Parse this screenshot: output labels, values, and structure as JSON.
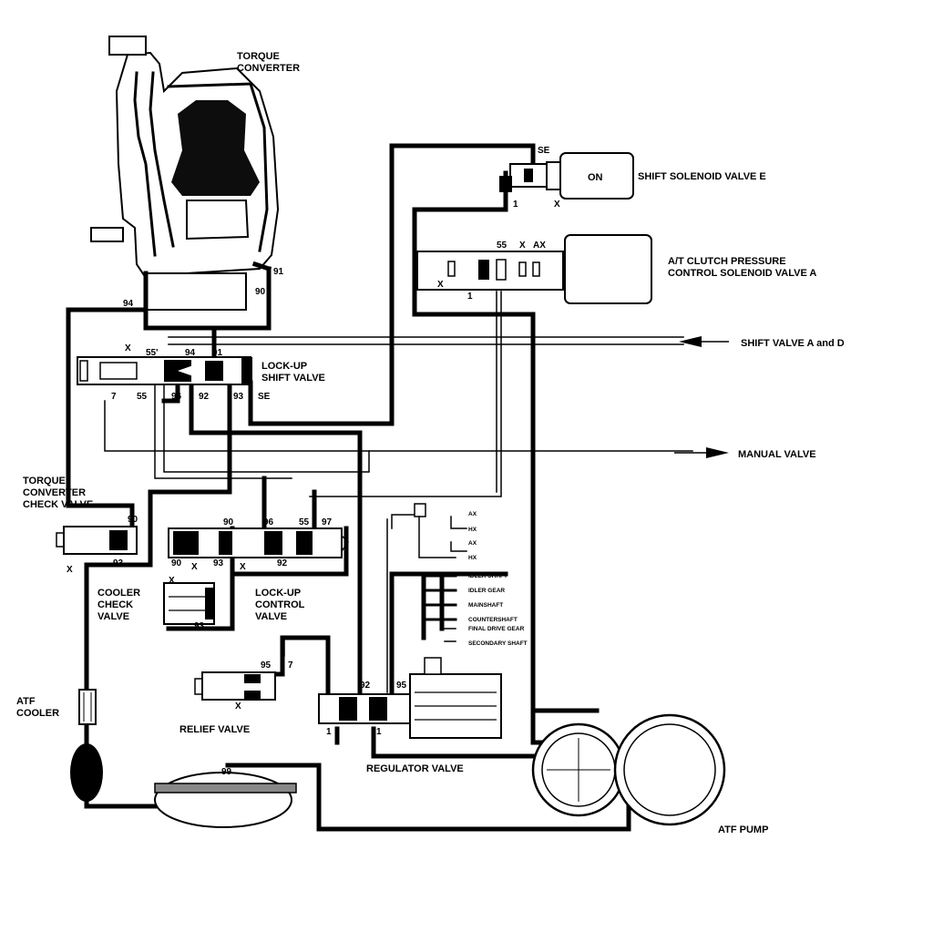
{
  "diagram": {
    "components": {
      "torque_converter": "TORQUE\nCONVERTER",
      "shift_solenoid": "SHIFT SOLENOID VALVE E",
      "solenoid_state": "ON",
      "clutch_pressure_solenoid": "A/T CLUTCH PRESSURE\nCONTROL SOLENOID VALVE A",
      "lockup_shift_valve": "LOCK-UP\nSHIFT VALVE",
      "tc_check_valve": "TORQUE\nCONVERTER\nCHECK VALVE",
      "cooler_check_valve": "COOLER\nCHECK\nVALVE",
      "lockup_control_valve": "LOCK-UP\nCONTROL\nVALVE",
      "relief_valve": "RELIEF VALVE",
      "regulator_valve": "REGULATOR VALVE",
      "atf_cooler": "ATF\nCOOLER",
      "atf_pump": "ATF PUMP"
    },
    "external_lines": {
      "shift_valve": "SHIFT VALVE A and D",
      "manual_valve": "MANUAL VALVE"
    },
    "lube_points": [
      "AX",
      "HX",
      "AX",
      "HX",
      "IDLER SHAFT",
      "IDLER GEAR",
      "MAINSHAFT",
      "COUNTERSHAFT",
      "FINAL DRIVE GEAR",
      "SECONDARY SHAFT"
    ],
    "ports": {
      "p91": "91",
      "p90": "90",
      "p94": "94",
      "p55": "55",
      "p55p": "55'",
      "p7": "7",
      "p96": "96",
      "p92": "92",
      "p93": "93",
      "p95": "95",
      "p97": "97",
      "p99": "99",
      "p1": "1",
      "se": "SE",
      "x": "X",
      "ax": "AX"
    }
  }
}
